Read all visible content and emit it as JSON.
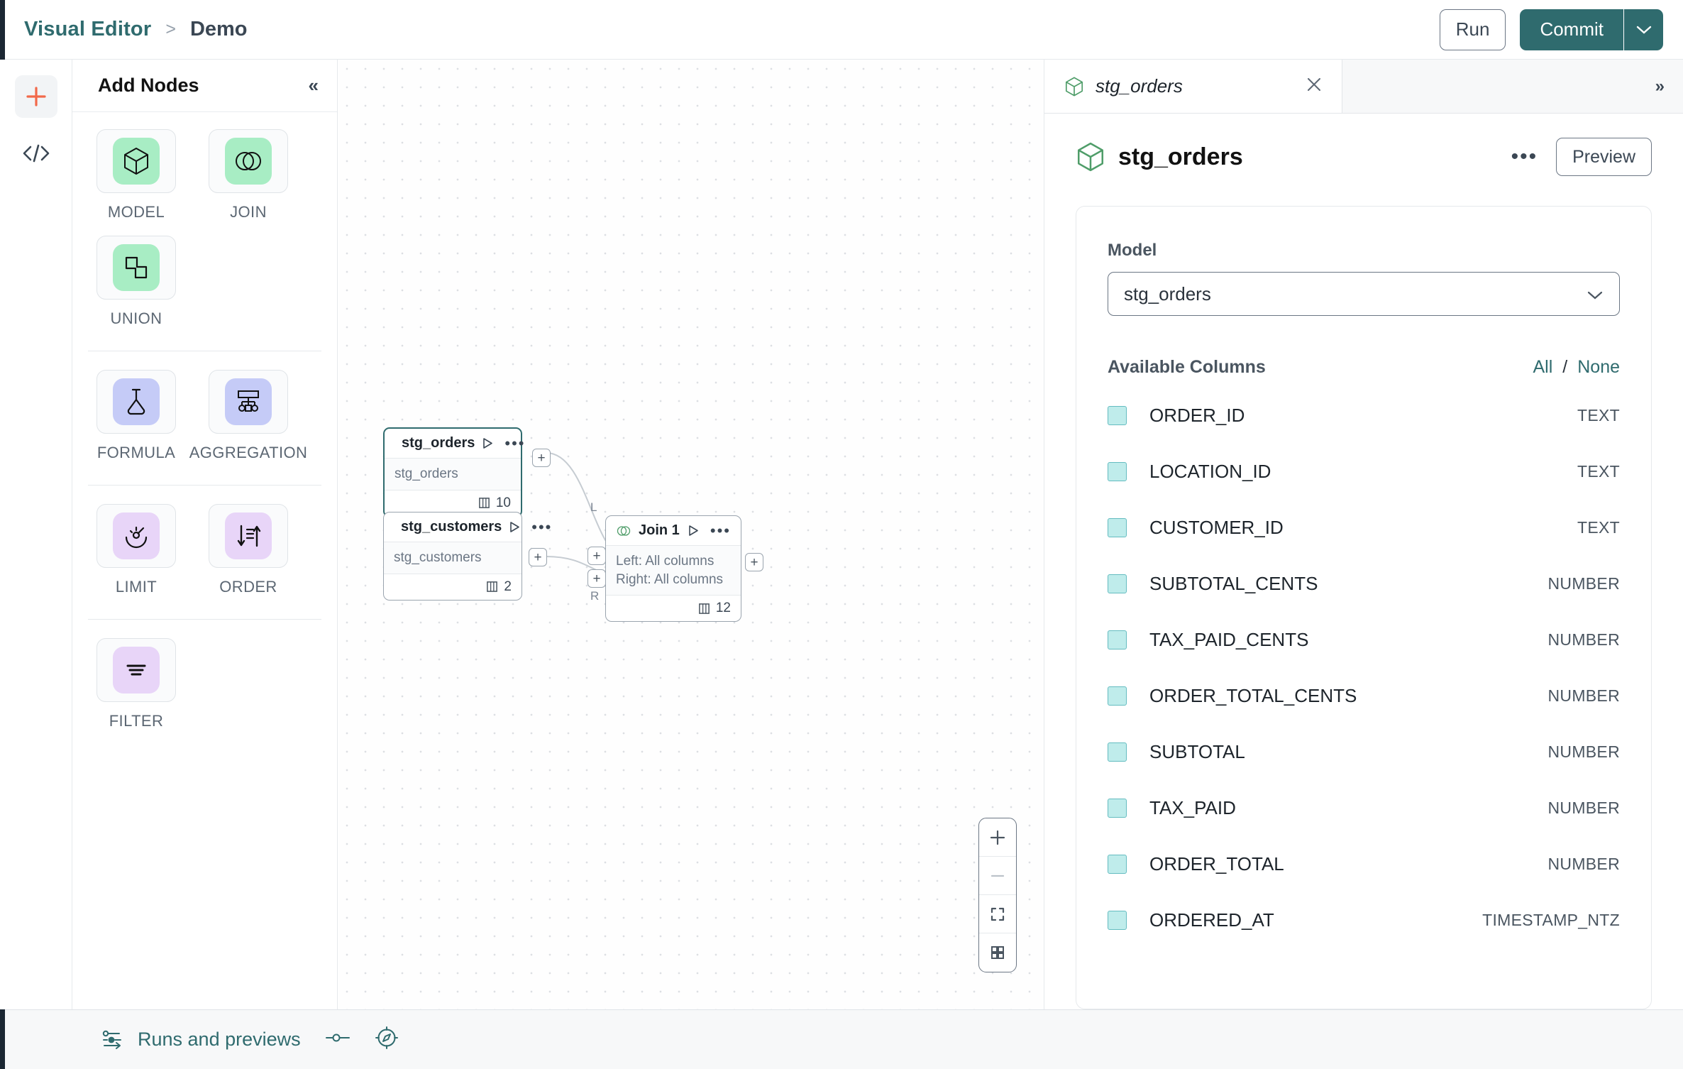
{
  "header": {
    "breadcrumb": {
      "root": "Visual Editor",
      "separator": ">",
      "current": "Demo"
    },
    "run_label": "Run",
    "commit_label": "Commit",
    "caret_icon": "chevron-down-icon"
  },
  "rail": {
    "add_icon": "plus-icon",
    "code_icon": "code-icon"
  },
  "nodes_panel": {
    "title": "Add Nodes",
    "collapse_icon": "«",
    "groups": [
      {
        "items": [
          {
            "label": "MODEL",
            "icon": "cube-icon",
            "tone": "green"
          },
          {
            "label": "JOIN",
            "icon": "venn-icon",
            "tone": "green"
          },
          {
            "label": "UNION",
            "icon": "union-icon",
            "tone": "green"
          }
        ]
      },
      {
        "items": [
          {
            "label": "FORMULA",
            "icon": "flask-icon",
            "tone": "blue"
          },
          {
            "label": "AGGREGATION",
            "icon": "aggregation-icon",
            "tone": "blue"
          }
        ]
      },
      {
        "items": [
          {
            "label": "LIMIT",
            "icon": "limit-icon",
            "tone": "purple"
          },
          {
            "label": "ORDER",
            "icon": "sort-icon",
            "tone": "purple"
          }
        ]
      },
      {
        "items": [
          {
            "label": "FILTER",
            "icon": "filter-icon",
            "tone": "purple"
          }
        ]
      }
    ]
  },
  "canvas": {
    "nodes": [
      {
        "title": "stg_orders",
        "subtitle": "stg_orders",
        "columns": "10",
        "icon": "cube-icon",
        "selected": true
      },
      {
        "title": "stg_customers",
        "subtitle": "stg_customers",
        "columns": "2",
        "icon": "cube-icon",
        "selected": false
      },
      {
        "title": "Join 1",
        "left": "Left: All columns",
        "right": "Right: All columns",
        "columns": "12",
        "icon": "venn-icon",
        "selected": false
      }
    ],
    "port_labels": {
      "left": "L",
      "right": "R",
      "add": "+"
    },
    "zoom_controls": [
      "zoom-in-icon",
      "zoom-out-icon",
      "fit-view-icon",
      "grid-icon"
    ]
  },
  "right_panel": {
    "tab": {
      "name": "stg_orders",
      "icon": "cube-icon",
      "close_icon": "close-icon"
    },
    "expand_icon": "»",
    "title": "stg_orders",
    "menu_icon": "ellipsis-icon",
    "preview_label": "Preview",
    "model_field": {
      "label": "Model",
      "value": "stg_orders"
    },
    "columns_section": {
      "title": "Available Columns",
      "all_label": "All",
      "separator": "/",
      "none_label": "None",
      "rows": [
        {
          "name": "ORDER_ID",
          "type": "TEXT"
        },
        {
          "name": "LOCATION_ID",
          "type": "TEXT"
        },
        {
          "name": "CUSTOMER_ID",
          "type": "TEXT"
        },
        {
          "name": "SUBTOTAL_CENTS",
          "type": "NUMBER"
        },
        {
          "name": "TAX_PAID_CENTS",
          "type": "NUMBER"
        },
        {
          "name": "ORDER_TOTAL_CENTS",
          "type": "NUMBER"
        },
        {
          "name": "SUBTOTAL",
          "type": "NUMBER"
        },
        {
          "name": "TAX_PAID",
          "type": "NUMBER"
        },
        {
          "name": "ORDER_TOTAL",
          "type": "NUMBER"
        },
        {
          "name": "ORDERED_AT",
          "type": "TIMESTAMP_NTZ"
        }
      ]
    }
  },
  "bottom_bar": {
    "runs_label": "Runs and previews",
    "runs_icon": "flow-icon",
    "toggle_icon": "toggle-icon",
    "compass_icon": "compass-icon"
  },
  "colors": {
    "accent": "#2f6b6e",
    "add": "#f2694a",
    "node_green": "#4f9d69",
    "check": "#bfeceb"
  }
}
